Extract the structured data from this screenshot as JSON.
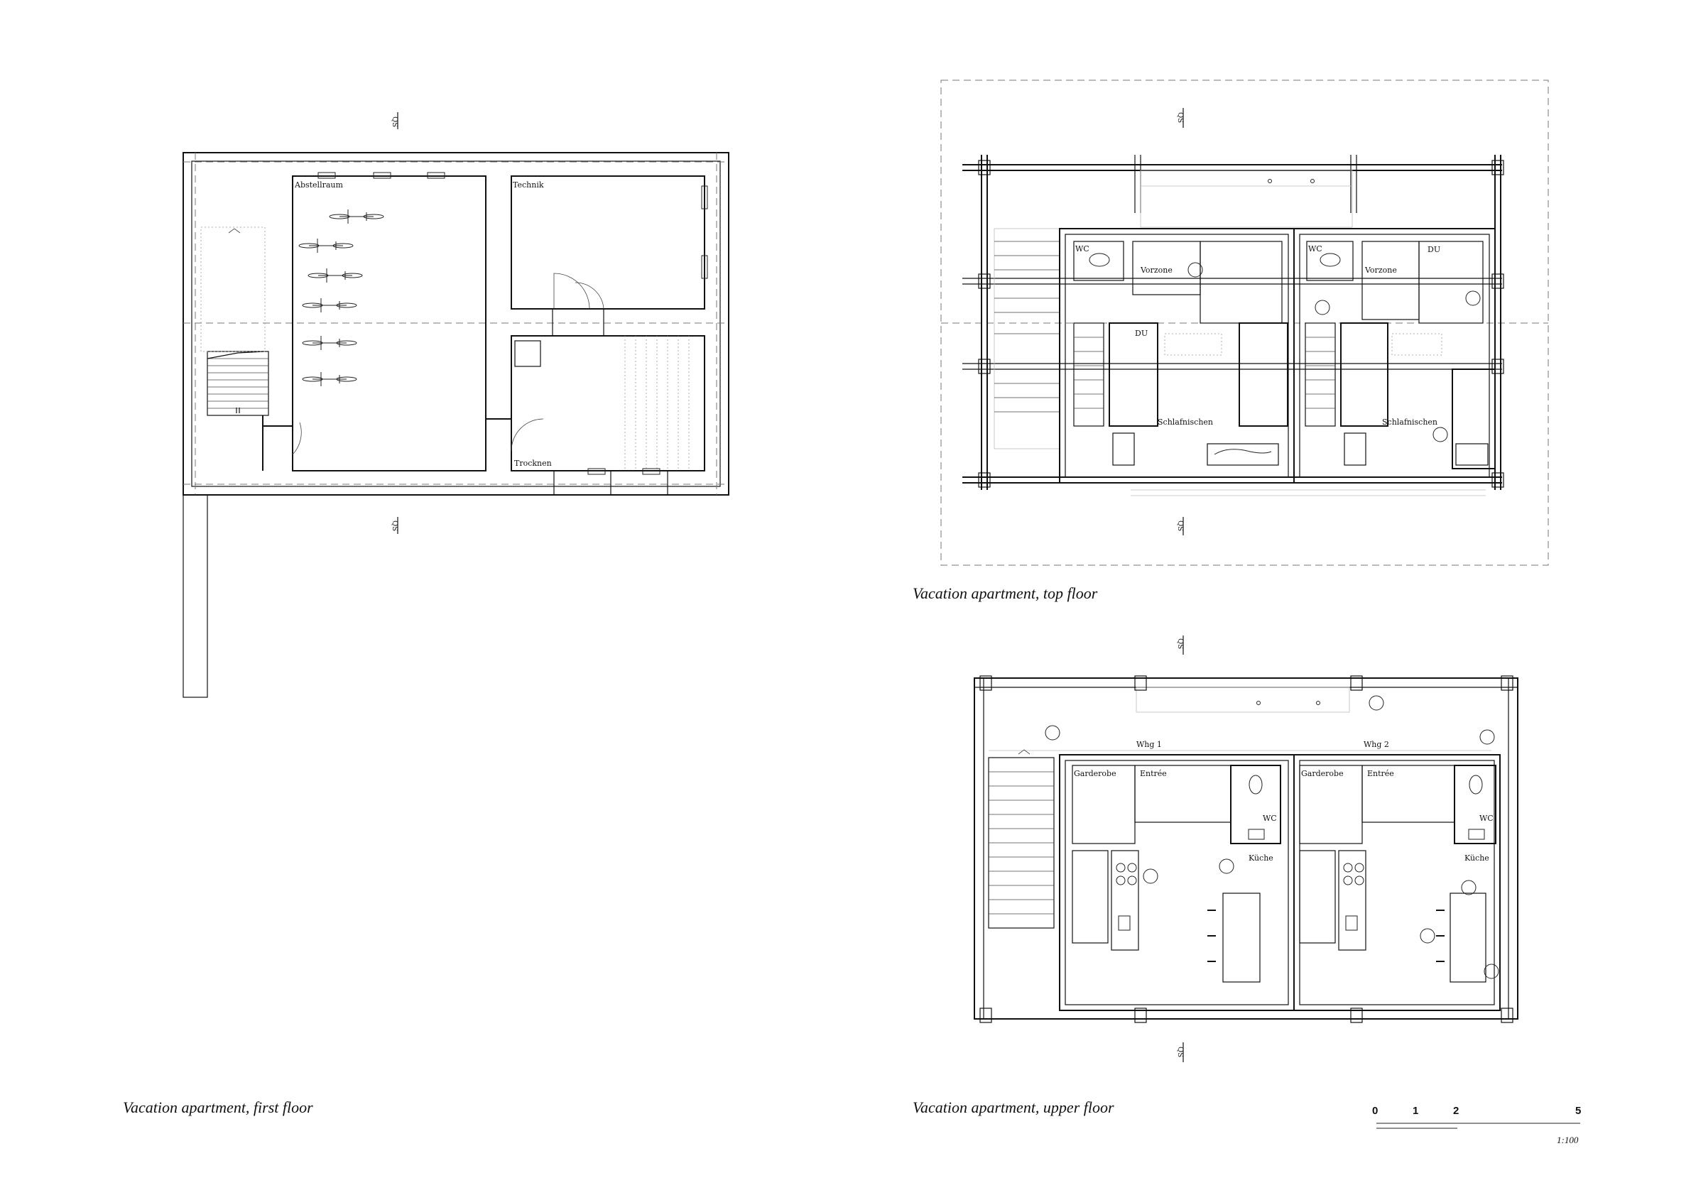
{
  "captions": {
    "first_floor": "Vacation apartment, first floor",
    "top_floor": "Vacation apartment, top floor",
    "upper_floor": "Vacation apartment, upper floor"
  },
  "section_marker": "QS",
  "rooms": {
    "abstellraum": "Abstellraum",
    "technik": "Technik",
    "trocknen": "Trocknen",
    "wc": "WC",
    "vorzone": "Vorzone",
    "du": "DU",
    "schlafnischen": "Schlafnischen",
    "garderobe": "Garderobe",
    "entree": "Entrée",
    "kuche": "Küche",
    "whg1": "Whg 1",
    "whg2": "Whg 2"
  },
  "scale_bar": {
    "ticks": [
      "0",
      "1",
      "2",
      "5"
    ],
    "ratio": "1:100"
  }
}
